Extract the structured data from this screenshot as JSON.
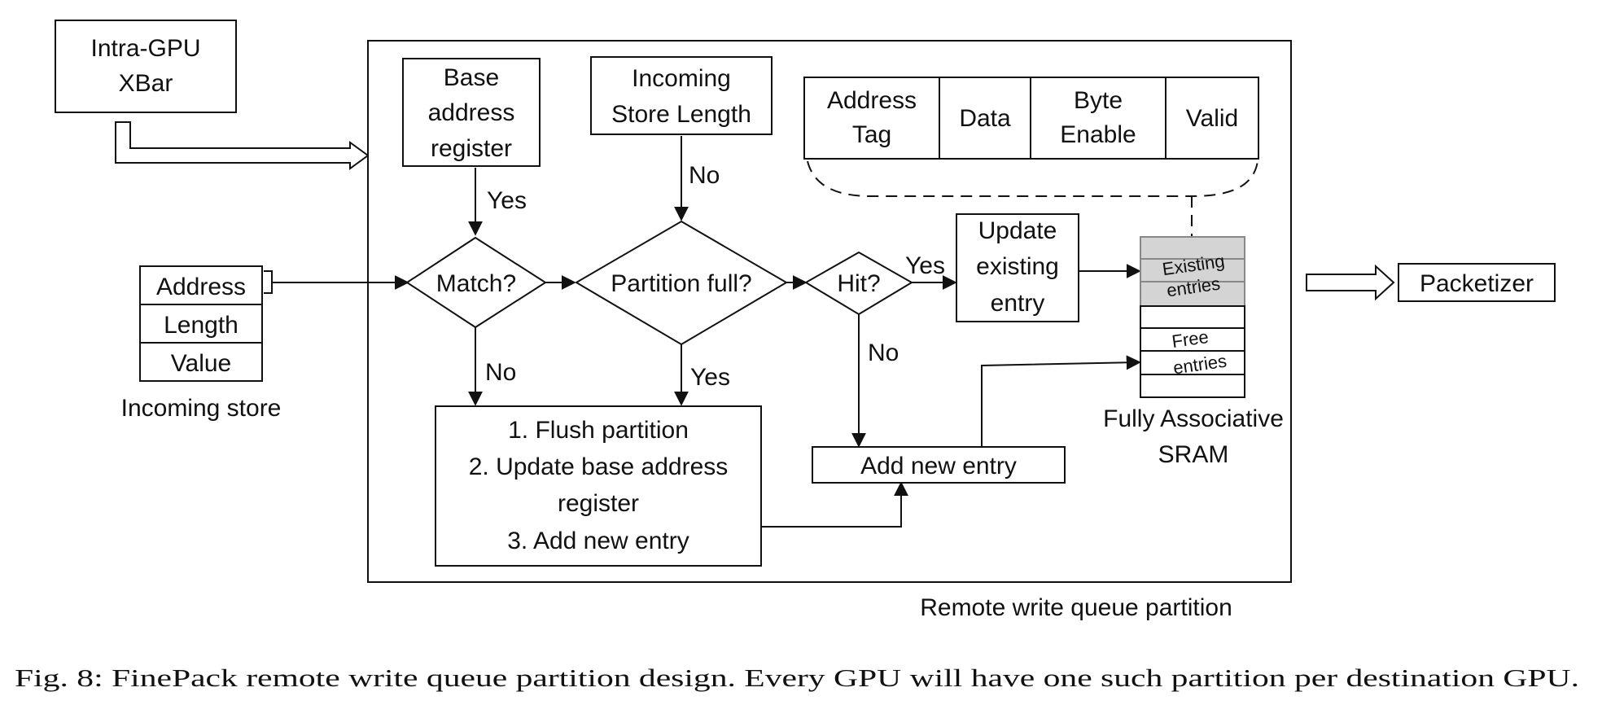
{
  "diagram": {
    "xbar_label": [
      "Intra-GPU",
      "XBar"
    ],
    "incoming_store": {
      "fields": [
        "Address",
        "Length",
        "Value"
      ],
      "caption": "Incoming store"
    },
    "partition_caption": "Remote write queue partition",
    "base_register": [
      "Base",
      "address",
      "register"
    ],
    "incoming_store_length": [
      "Incoming",
      "Store Length"
    ],
    "decisions": {
      "match": "Match?",
      "partition_full": "Partition full?",
      "hit": "Hit?"
    },
    "edge_labels": {
      "base_yes": "Yes",
      "length_no": "No",
      "match_no": "No",
      "full_yes": "Yes",
      "hit_yes": "Yes",
      "hit_no": "No"
    },
    "update_existing": [
      "Update",
      "existing",
      "entry"
    ],
    "flush_steps": [
      "1. Flush partition",
      "2. Update base address",
      "register",
      "3. Add new entry"
    ],
    "add_new_entry": "Add new entry",
    "entry_fields": [
      [
        "Address",
        "Tag"
      ],
      [
        "Data"
      ],
      [
        "Byte",
        "Enable"
      ],
      [
        "Valid"
      ]
    ],
    "sram": {
      "existing": [
        "Existing",
        "entries"
      ],
      "free": [
        "Free",
        "entries"
      ],
      "caption": [
        "Fully Associative",
        "SRAM"
      ]
    },
    "packetizer": "Packetizer"
  },
  "caption": "Fig. 8: FinePack remote write queue partition design. Every GPU will have one such partition per destination GPU."
}
